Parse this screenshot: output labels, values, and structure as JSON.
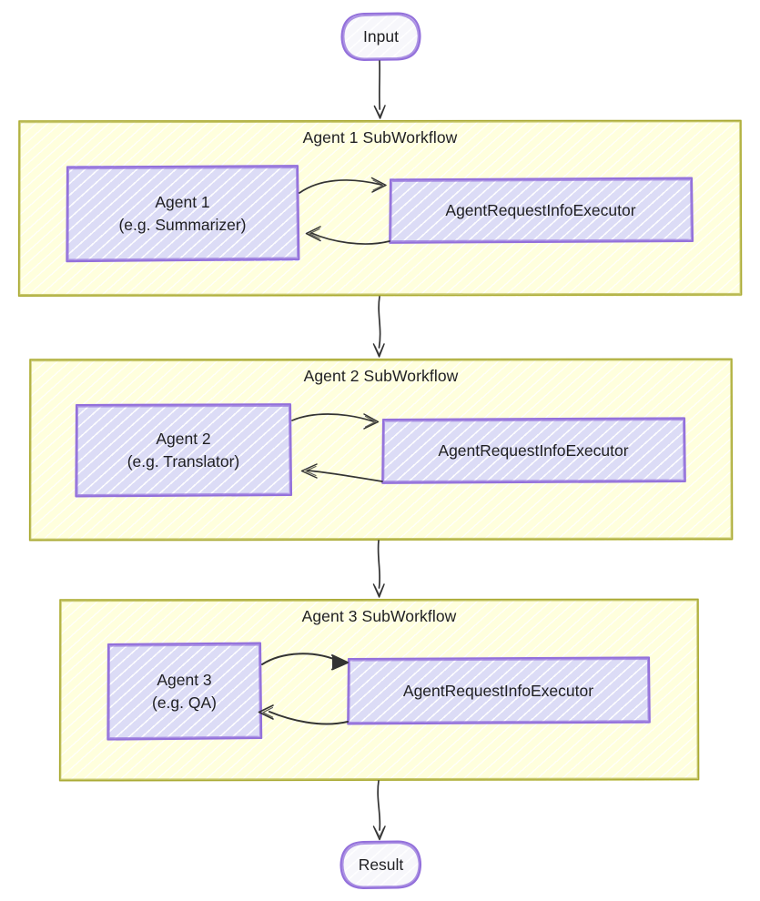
{
  "diagram": {
    "type": "flowchart",
    "direction": "top-to-bottom",
    "style": "hand-drawn-sketch",
    "title_visible": false
  },
  "colors": {
    "cluster_fill": "#ffffdd",
    "cluster_stroke": "#aaaa33",
    "node_fill": "#dcdcf6",
    "node_stroke": "#9370db",
    "terminal_fill": "#f7f7fb",
    "terminal_stroke": "#9370db",
    "edge_stroke": "#333333",
    "text": "#1f1f22"
  },
  "start": {
    "id": "input",
    "label": "Input",
    "shape": "stadium"
  },
  "end": {
    "id": "result",
    "label": "Result",
    "shape": "stadium"
  },
  "clusters": [
    {
      "id": "agent1-subworkflow",
      "title": "Agent 1 SubWorkflow",
      "agent": {
        "id": "agent1",
        "line1": "Agent 1",
        "line2": "(e.g. Summarizer)"
      },
      "executor": {
        "id": "agent1-executor",
        "label": "AgentRequestInfoExecutor"
      }
    },
    {
      "id": "agent2-subworkflow",
      "title": "Agent 2 SubWorkflow",
      "agent": {
        "id": "agent2",
        "line1": "Agent 2",
        "line2": "(e.g. Translator)"
      },
      "executor": {
        "id": "agent2-executor",
        "label": "AgentRequestInfoExecutor"
      }
    },
    {
      "id": "agent3-subworkflow",
      "title": "Agent 3 SubWorkflow",
      "agent": {
        "id": "agent3",
        "line1": "Agent 3",
        "line2": "(e.g. QA)"
      },
      "executor": {
        "id": "agent3-executor",
        "label": "AgentRequestInfoExecutor"
      }
    }
  ],
  "edges": [
    {
      "id": "e-input-a1",
      "from": "input",
      "to": "agent1-subworkflow",
      "kind": "arrow"
    },
    {
      "id": "e-a1-req",
      "from": "agent1",
      "to": "agent1-executor",
      "kind": "arrow"
    },
    {
      "id": "e-req-a1",
      "from": "agent1-executor",
      "to": "agent1",
      "kind": "arrow"
    },
    {
      "id": "e-a1-a2",
      "from": "agent1-subworkflow",
      "to": "agent2-subworkflow",
      "kind": "arrow"
    },
    {
      "id": "e-a2-req",
      "from": "agent2",
      "to": "agent2-executor",
      "kind": "arrow"
    },
    {
      "id": "e-req-a2",
      "from": "agent2-executor",
      "to": "agent2",
      "kind": "arrow"
    },
    {
      "id": "e-a2-a3",
      "from": "agent2-subworkflow",
      "to": "agent3-subworkflow",
      "kind": "arrow"
    },
    {
      "id": "e-a3-req",
      "from": "agent3",
      "to": "agent3-executor",
      "kind": "arrow"
    },
    {
      "id": "e-req-a3",
      "from": "agent3-executor",
      "to": "agent3",
      "kind": "arrow"
    },
    {
      "id": "e-a3-result",
      "from": "agent3-subworkflow",
      "to": "result",
      "kind": "arrow"
    }
  ]
}
